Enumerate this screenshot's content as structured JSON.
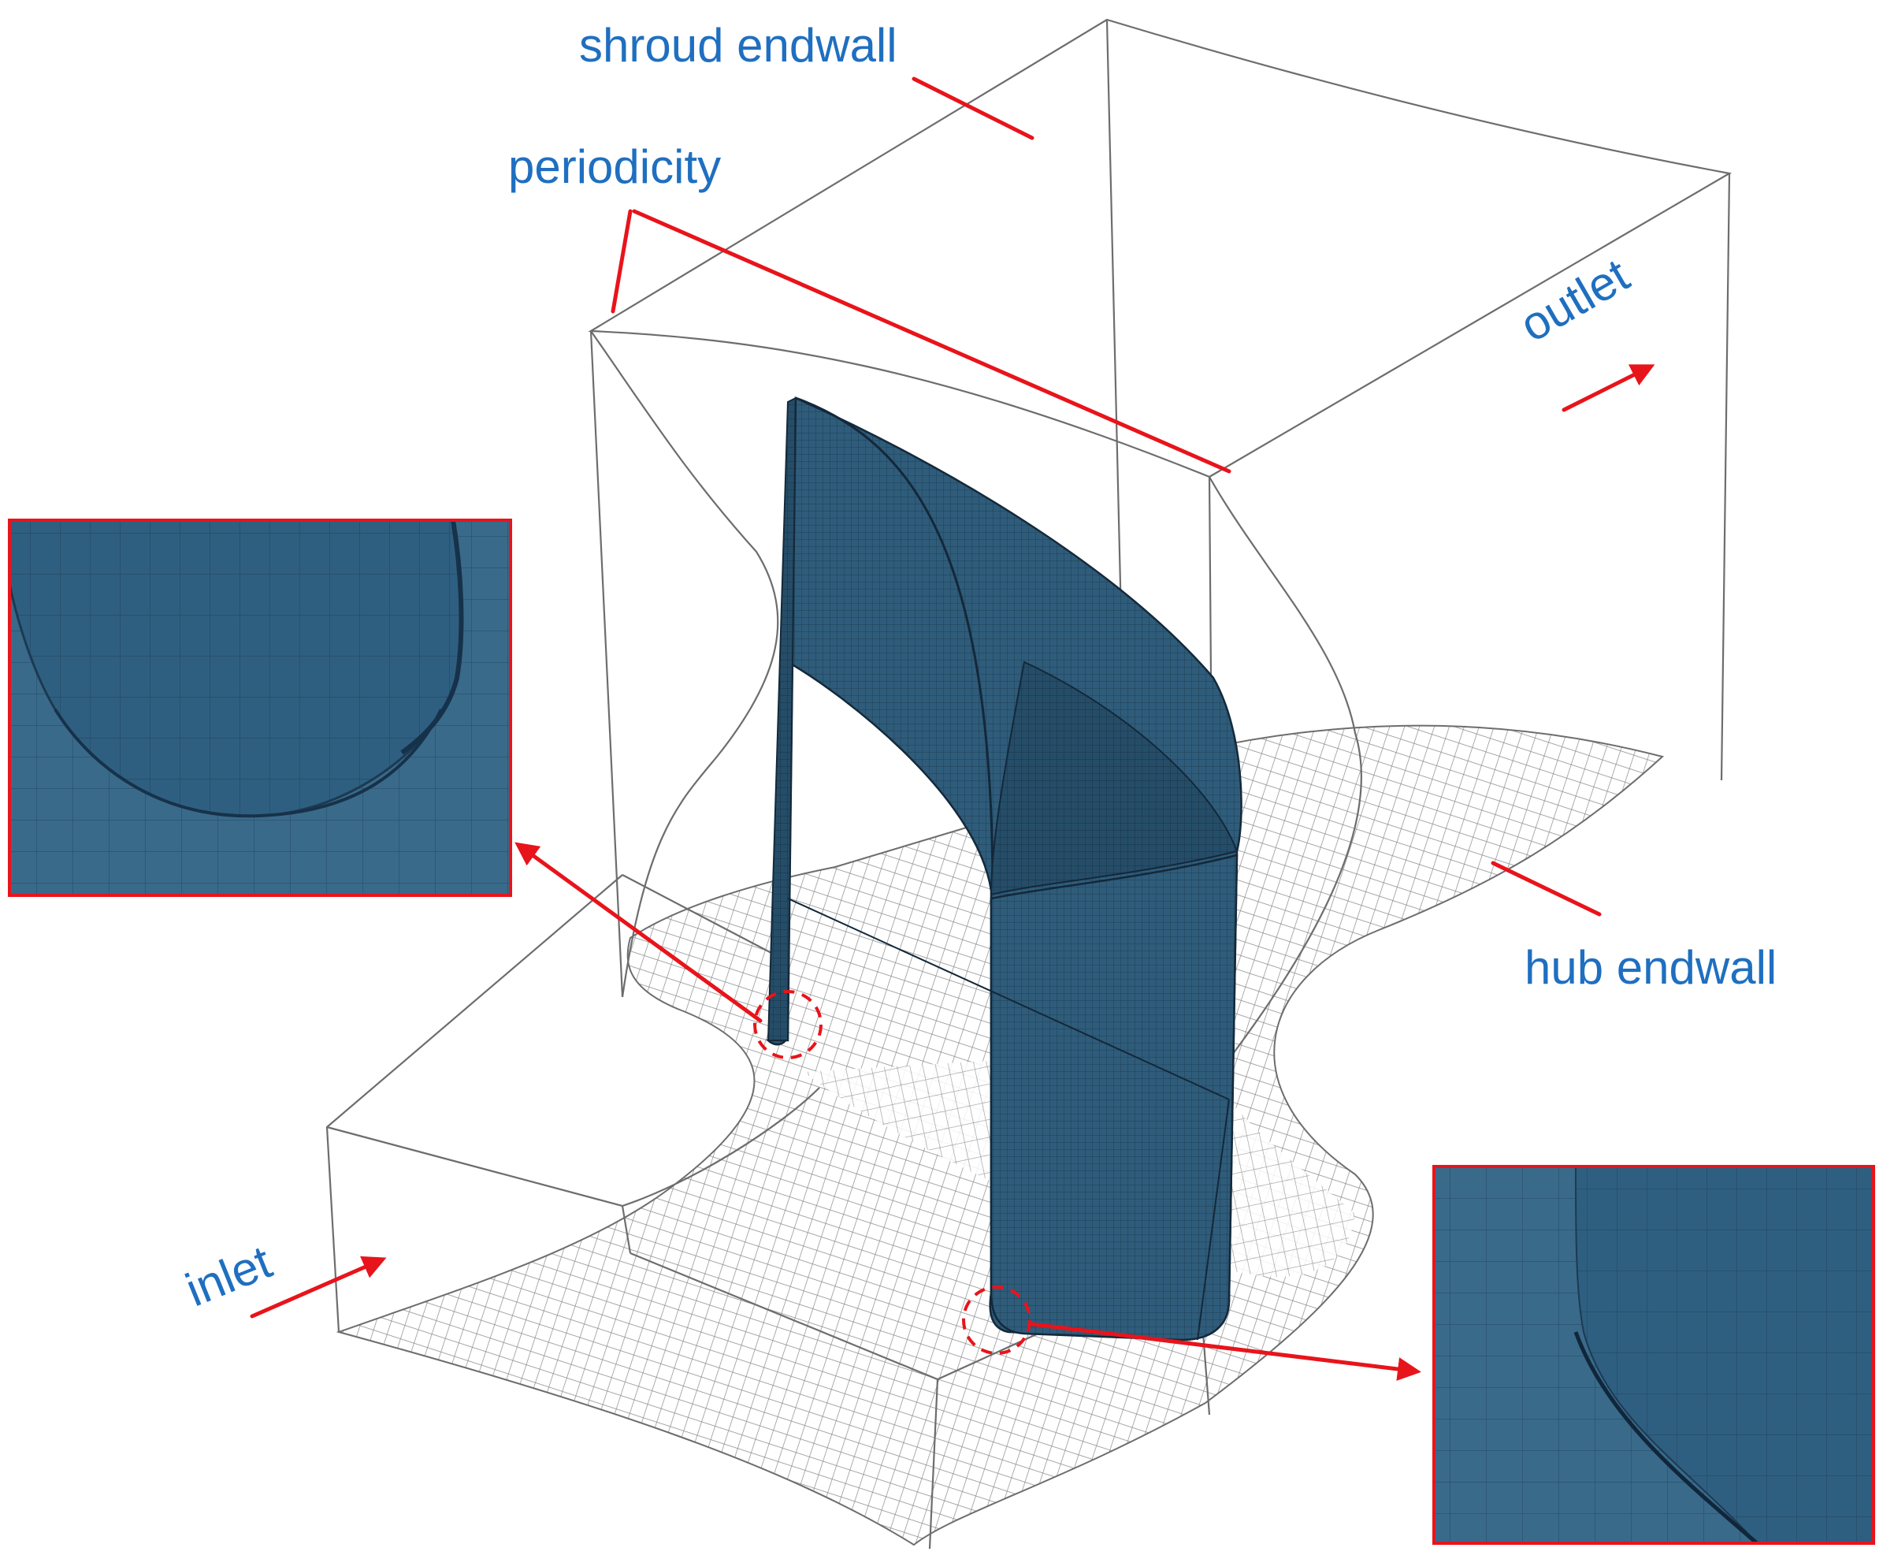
{
  "labels": {
    "shroud_endwall": "shroud endwall",
    "periodicity": "periodicity",
    "outlet": "outlet",
    "hub_endwall": "hub endwall",
    "inlet": "inlet"
  },
  "colors": {
    "label_text": "#1f6fc0",
    "annotation_red": "#e8141b",
    "blade_fill": "#2e5a78",
    "blade_dark": "#1c3a52",
    "mesh_line": "#7a7a7a",
    "frame_line": "#6d6d6d"
  }
}
